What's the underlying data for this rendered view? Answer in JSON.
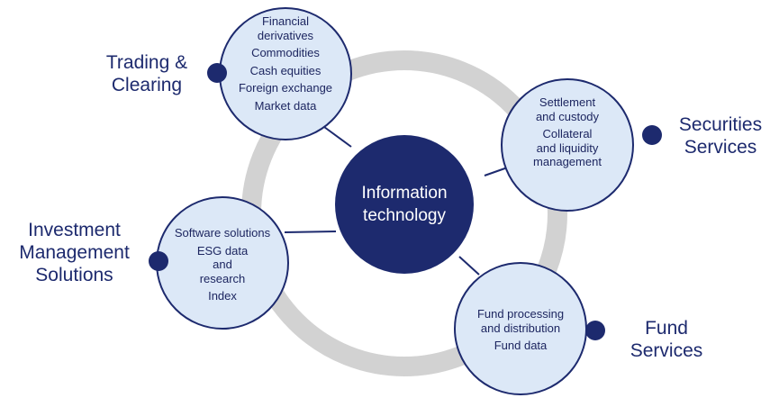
{
  "center": {
    "lines": [
      "Information",
      "technology"
    ]
  },
  "segments": {
    "trading_clearing": {
      "title_lines": [
        "Trading &",
        "Clearing"
      ],
      "items": [
        "Financial derivatives",
        "Commodities",
        "Cash equities",
        "Foreign exchange",
        "Market data"
      ]
    },
    "securities_services": {
      "title_lines": [
        "Securities",
        "Services"
      ],
      "items": [
        "Settlement and custody",
        "Collateral and liquidity management"
      ]
    },
    "investment_management": {
      "title_lines": [
        "Investment",
        "Management",
        "Solutions"
      ],
      "items": [
        "Software solutions",
        "ESG data and research",
        "Index"
      ]
    },
    "fund_services": {
      "title_lines": [
        "Fund",
        "Services"
      ],
      "items": [
        "Fund processing and distribution",
        "Fund data"
      ]
    }
  },
  "colors": {
    "navy": "#1d2a6e",
    "bubble_fill": "#dce8f7",
    "ring": "#d2d2d2",
    "text_dark": "#1d2660"
  }
}
